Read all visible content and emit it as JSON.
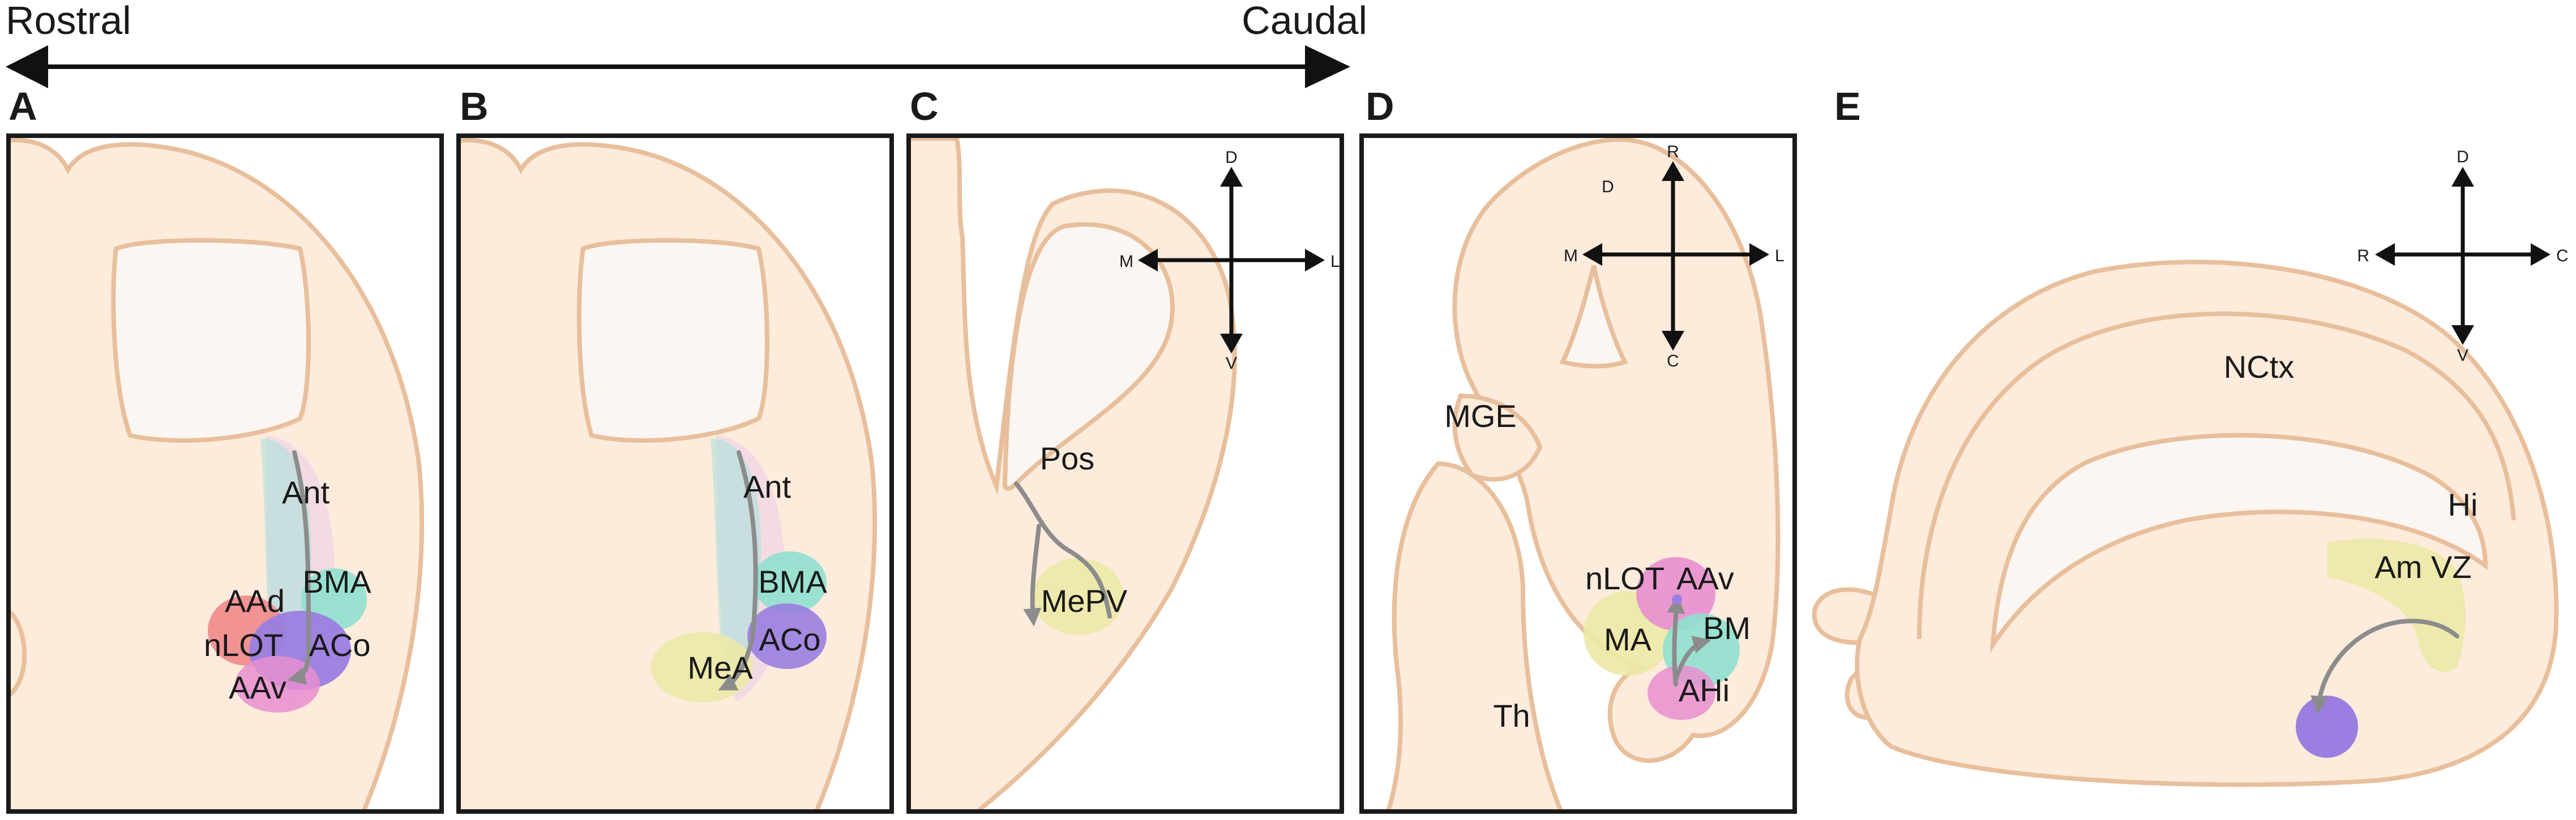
{
  "header": {
    "rostral_label": "Rostral",
    "caudal_label": "Caudal"
  },
  "panels": {
    "A": {
      "letter": "A",
      "labels": [
        "Ant",
        "AAd",
        "BMA",
        "nLOT",
        "ACo",
        "AAv"
      ]
    },
    "B": {
      "letter": "B",
      "labels": [
        "Ant",
        "BMA",
        "MeA",
        "ACo"
      ]
    },
    "C": {
      "letter": "C",
      "labels": [
        "Pos",
        "MePV"
      ],
      "compass": {
        "up": "D",
        "down": "V",
        "left": "M",
        "right": "L"
      }
    },
    "D": {
      "letter": "D",
      "labels": [
        "MGE",
        "Th",
        "nLOT",
        "AAv",
        "MA",
        "BM",
        "AHi"
      ],
      "compass": {
        "up": "R",
        "down": "C",
        "left": "M",
        "right": "L"
      },
      "corner_label": "D"
    },
    "E": {
      "letter": "E",
      "labels": [
        "NCtx",
        "Hi",
        "Am VZ"
      ],
      "compass": {
        "up": "D",
        "down": "V",
        "left": "R",
        "right": "C"
      }
    }
  },
  "colors": {
    "tissue": "#fdebdc",
    "outline": "#e8bf9c",
    "ventricle": "#fbf6f2",
    "teal": "#8fe0cf",
    "red": "#f08a8a",
    "purple": "#9a7ee0",
    "magenta": "#e88fd0",
    "yellow": "#ece9a6",
    "arrow_gray": "#8c8c8c"
  }
}
